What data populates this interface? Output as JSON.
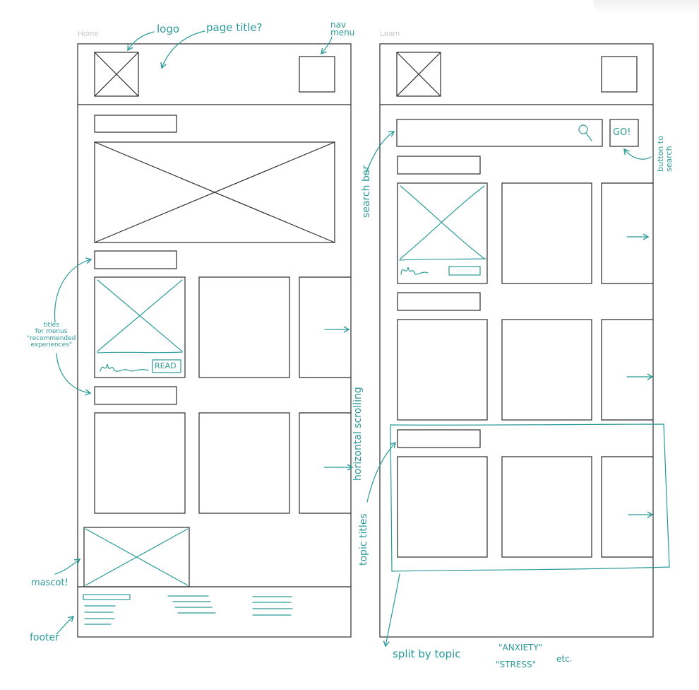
{
  "colors": {
    "ink": "#2b2b2b",
    "annotation": "#2a9a99",
    "frame_label": "#c8c8c8"
  },
  "frames": {
    "home": {
      "label": "Home"
    },
    "learn": {
      "label": "Learn"
    }
  },
  "wireframe_text": {
    "read_button": "READ",
    "go_button": "GO!"
  },
  "annotations": {
    "logo": "logo",
    "page_title": "page title?",
    "nav_menu": "nav\nmenu",
    "titles_for_menus": "titles\nfor menus\n\"recommended\nexperiences\"",
    "horizontal_scrolling": "horizontal  scrolling",
    "mascot": "mascot!",
    "footer": "footer",
    "search_bar": "search bar",
    "button_to_search": "button to\nsearch",
    "topic_titles": "topic titles",
    "split_by_topic_1": "split by topic",
    "split_by_topic_2": "\"ANXIETY\"",
    "split_by_topic_3": "\"STRESS\"",
    "split_by_topic_4": "etc."
  }
}
